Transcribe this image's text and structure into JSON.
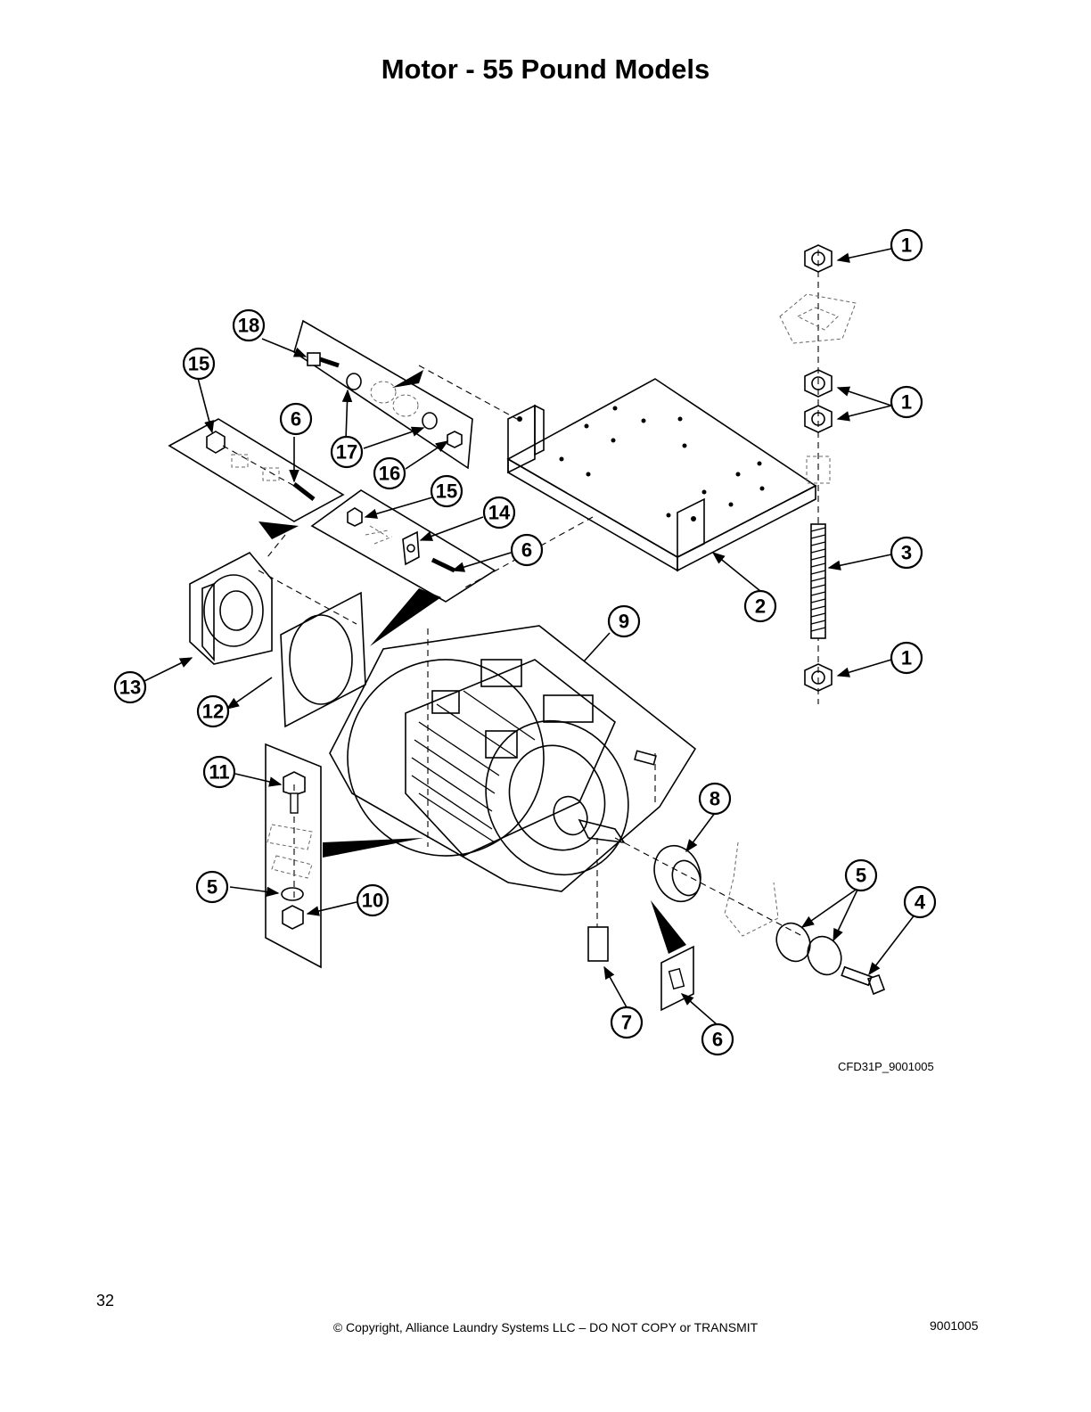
{
  "title": "Motor - 55 Pound Models",
  "figure_id": "CFD31P_9001005",
  "callouts": [
    {
      "id": "c1a",
      "label": "1"
    },
    {
      "id": "c1b",
      "label": "1"
    },
    {
      "id": "c1c",
      "label": "1"
    },
    {
      "id": "c2",
      "label": "2"
    },
    {
      "id": "c3",
      "label": "3"
    },
    {
      "id": "c4",
      "label": "4"
    },
    {
      "id": "c5a",
      "label": "5"
    },
    {
      "id": "c5b",
      "label": "5"
    },
    {
      "id": "c6a",
      "label": "6"
    },
    {
      "id": "c6b",
      "label": "6"
    },
    {
      "id": "c6c",
      "label": "6"
    },
    {
      "id": "c7",
      "label": "7"
    },
    {
      "id": "c8",
      "label": "8"
    },
    {
      "id": "c9",
      "label": "9"
    },
    {
      "id": "c10",
      "label": "10"
    },
    {
      "id": "c11",
      "label": "11"
    },
    {
      "id": "c12",
      "label": "12"
    },
    {
      "id": "c13",
      "label": "13"
    },
    {
      "id": "c14",
      "label": "14"
    },
    {
      "id": "c15a",
      "label": "15"
    },
    {
      "id": "c15b",
      "label": "15"
    },
    {
      "id": "c16",
      "label": "16"
    },
    {
      "id": "c17",
      "label": "17"
    },
    {
      "id": "c18",
      "label": "18"
    }
  ],
  "footer": {
    "page_number": "32",
    "copyright": "© Copyright, Alliance Laundry Systems LLC – DO NOT COPY or TRANSMIT",
    "doc_number": "9001005"
  }
}
